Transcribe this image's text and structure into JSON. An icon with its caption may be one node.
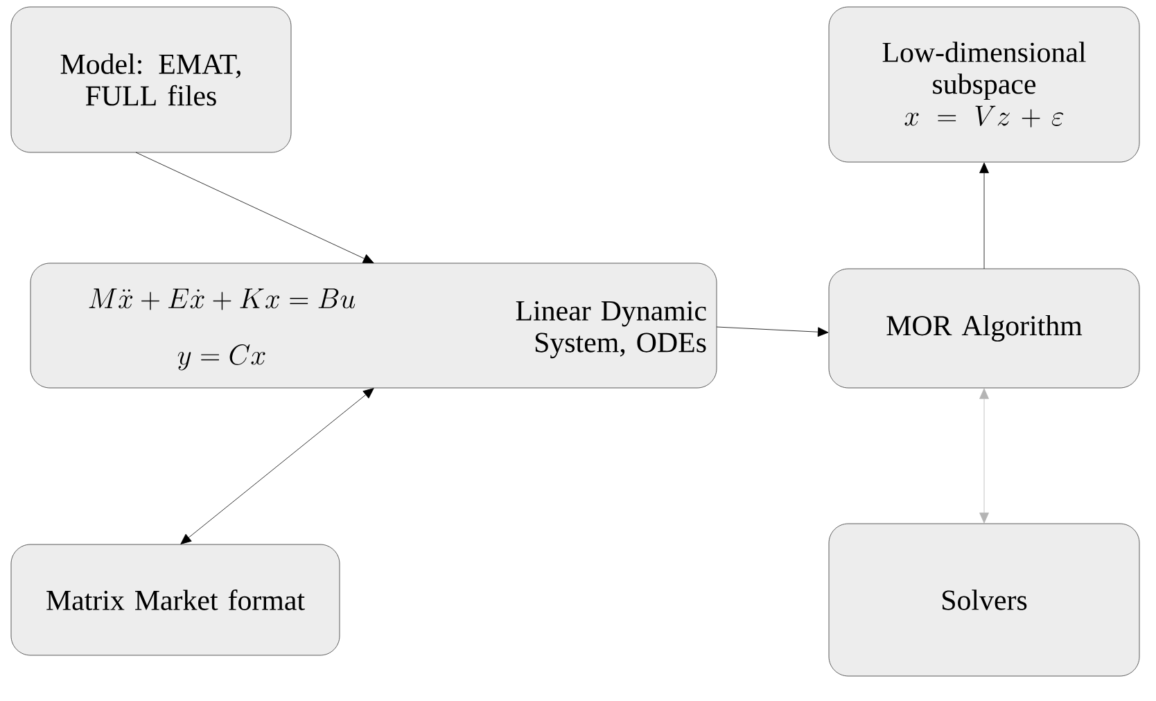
{
  "diagram": {
    "nodes": [
      {
        "text": [
          "Model: EMAT, FULL files"
        ]
      },
      {
        "text": [
          "M\\ddot{x} + E\\dot{x} + Kx = Bu",
          "y = Cx",
          "Linear Dynamic System, ODEs"
        ]
      },
      {
        "text": [
          "Matrix Market format"
        ]
      },
      {
        "text": [
          "Low-dimensional subspace",
          "x = Vz + \\varepsilon"
        ]
      },
      {
        "text": [
          "MOR Algorithm"
        ]
      },
      {
        "text": [
          "Solvers"
        ]
      }
    ],
    "edges": [
      {
        "from": 0,
        "to": 1,
        "arrow": "to"
      },
      {
        "from": 2,
        "to": 1,
        "arrow": "both"
      },
      {
        "from": 1,
        "to": 4,
        "arrow": "to"
      },
      {
        "from": 4,
        "to": 3,
        "arrow": "to"
      },
      {
        "from": 5,
        "to": 4,
        "arrow": "both",
        "color": "#b4b4b4"
      }
    ]
  }
}
